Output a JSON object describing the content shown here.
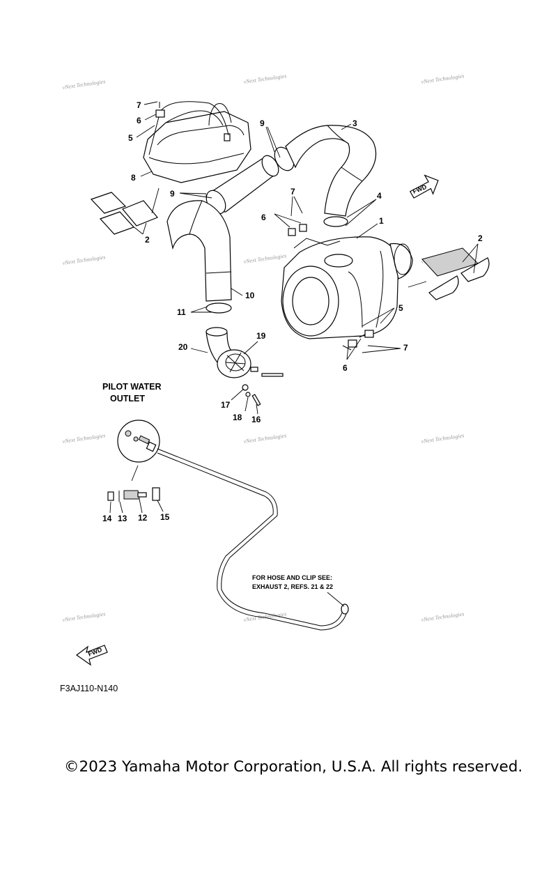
{
  "callouts": [
    {
      "id": "c7a",
      "text": "7"
    },
    {
      "id": "c6a",
      "text": "6"
    },
    {
      "id": "c5a",
      "text": "5"
    },
    {
      "id": "c8",
      "text": "8"
    },
    {
      "id": "c9a",
      "text": "9"
    },
    {
      "id": "c3",
      "text": "3"
    },
    {
      "id": "c9b",
      "text": "9"
    },
    {
      "id": "c2a",
      "text": "2"
    },
    {
      "id": "c7b",
      "text": "7"
    },
    {
      "id": "c4",
      "text": "4"
    },
    {
      "id": "c6b",
      "text": "6"
    },
    {
      "id": "c1",
      "text": "1"
    },
    {
      "id": "c2b",
      "text": "2"
    },
    {
      "id": "c10",
      "text": "10"
    },
    {
      "id": "c5b",
      "text": "5"
    },
    {
      "id": "c11",
      "text": "11"
    },
    {
      "id": "c19",
      "text": "19"
    },
    {
      "id": "c20",
      "text": "20"
    },
    {
      "id": "c7c",
      "text": "7"
    },
    {
      "id": "c6c",
      "text": "6"
    },
    {
      "id": "c17",
      "text": "17"
    },
    {
      "id": "c18",
      "text": "18"
    },
    {
      "id": "c16",
      "text": "16"
    },
    {
      "id": "c14",
      "text": "14"
    },
    {
      "id": "c13",
      "text": "13"
    },
    {
      "id": "c12",
      "text": "12"
    },
    {
      "id": "c15",
      "text": "15"
    }
  ],
  "pilot_water": {
    "line1": "PILOT WATER",
    "line2": "OUTLET"
  },
  "hose_note": {
    "line1": "FOR HOSE AND CLIP SEE:",
    "line2": "EXHAUST 2, REFS. 21 & 22"
  },
  "fwd_label": "FWD",
  "watermark": "vNext Technologies",
  "diagram_code": "F3AJ110-N140",
  "copyright": "©2023 Yamaha Motor Corporation, U.S.A. All rights reserved."
}
